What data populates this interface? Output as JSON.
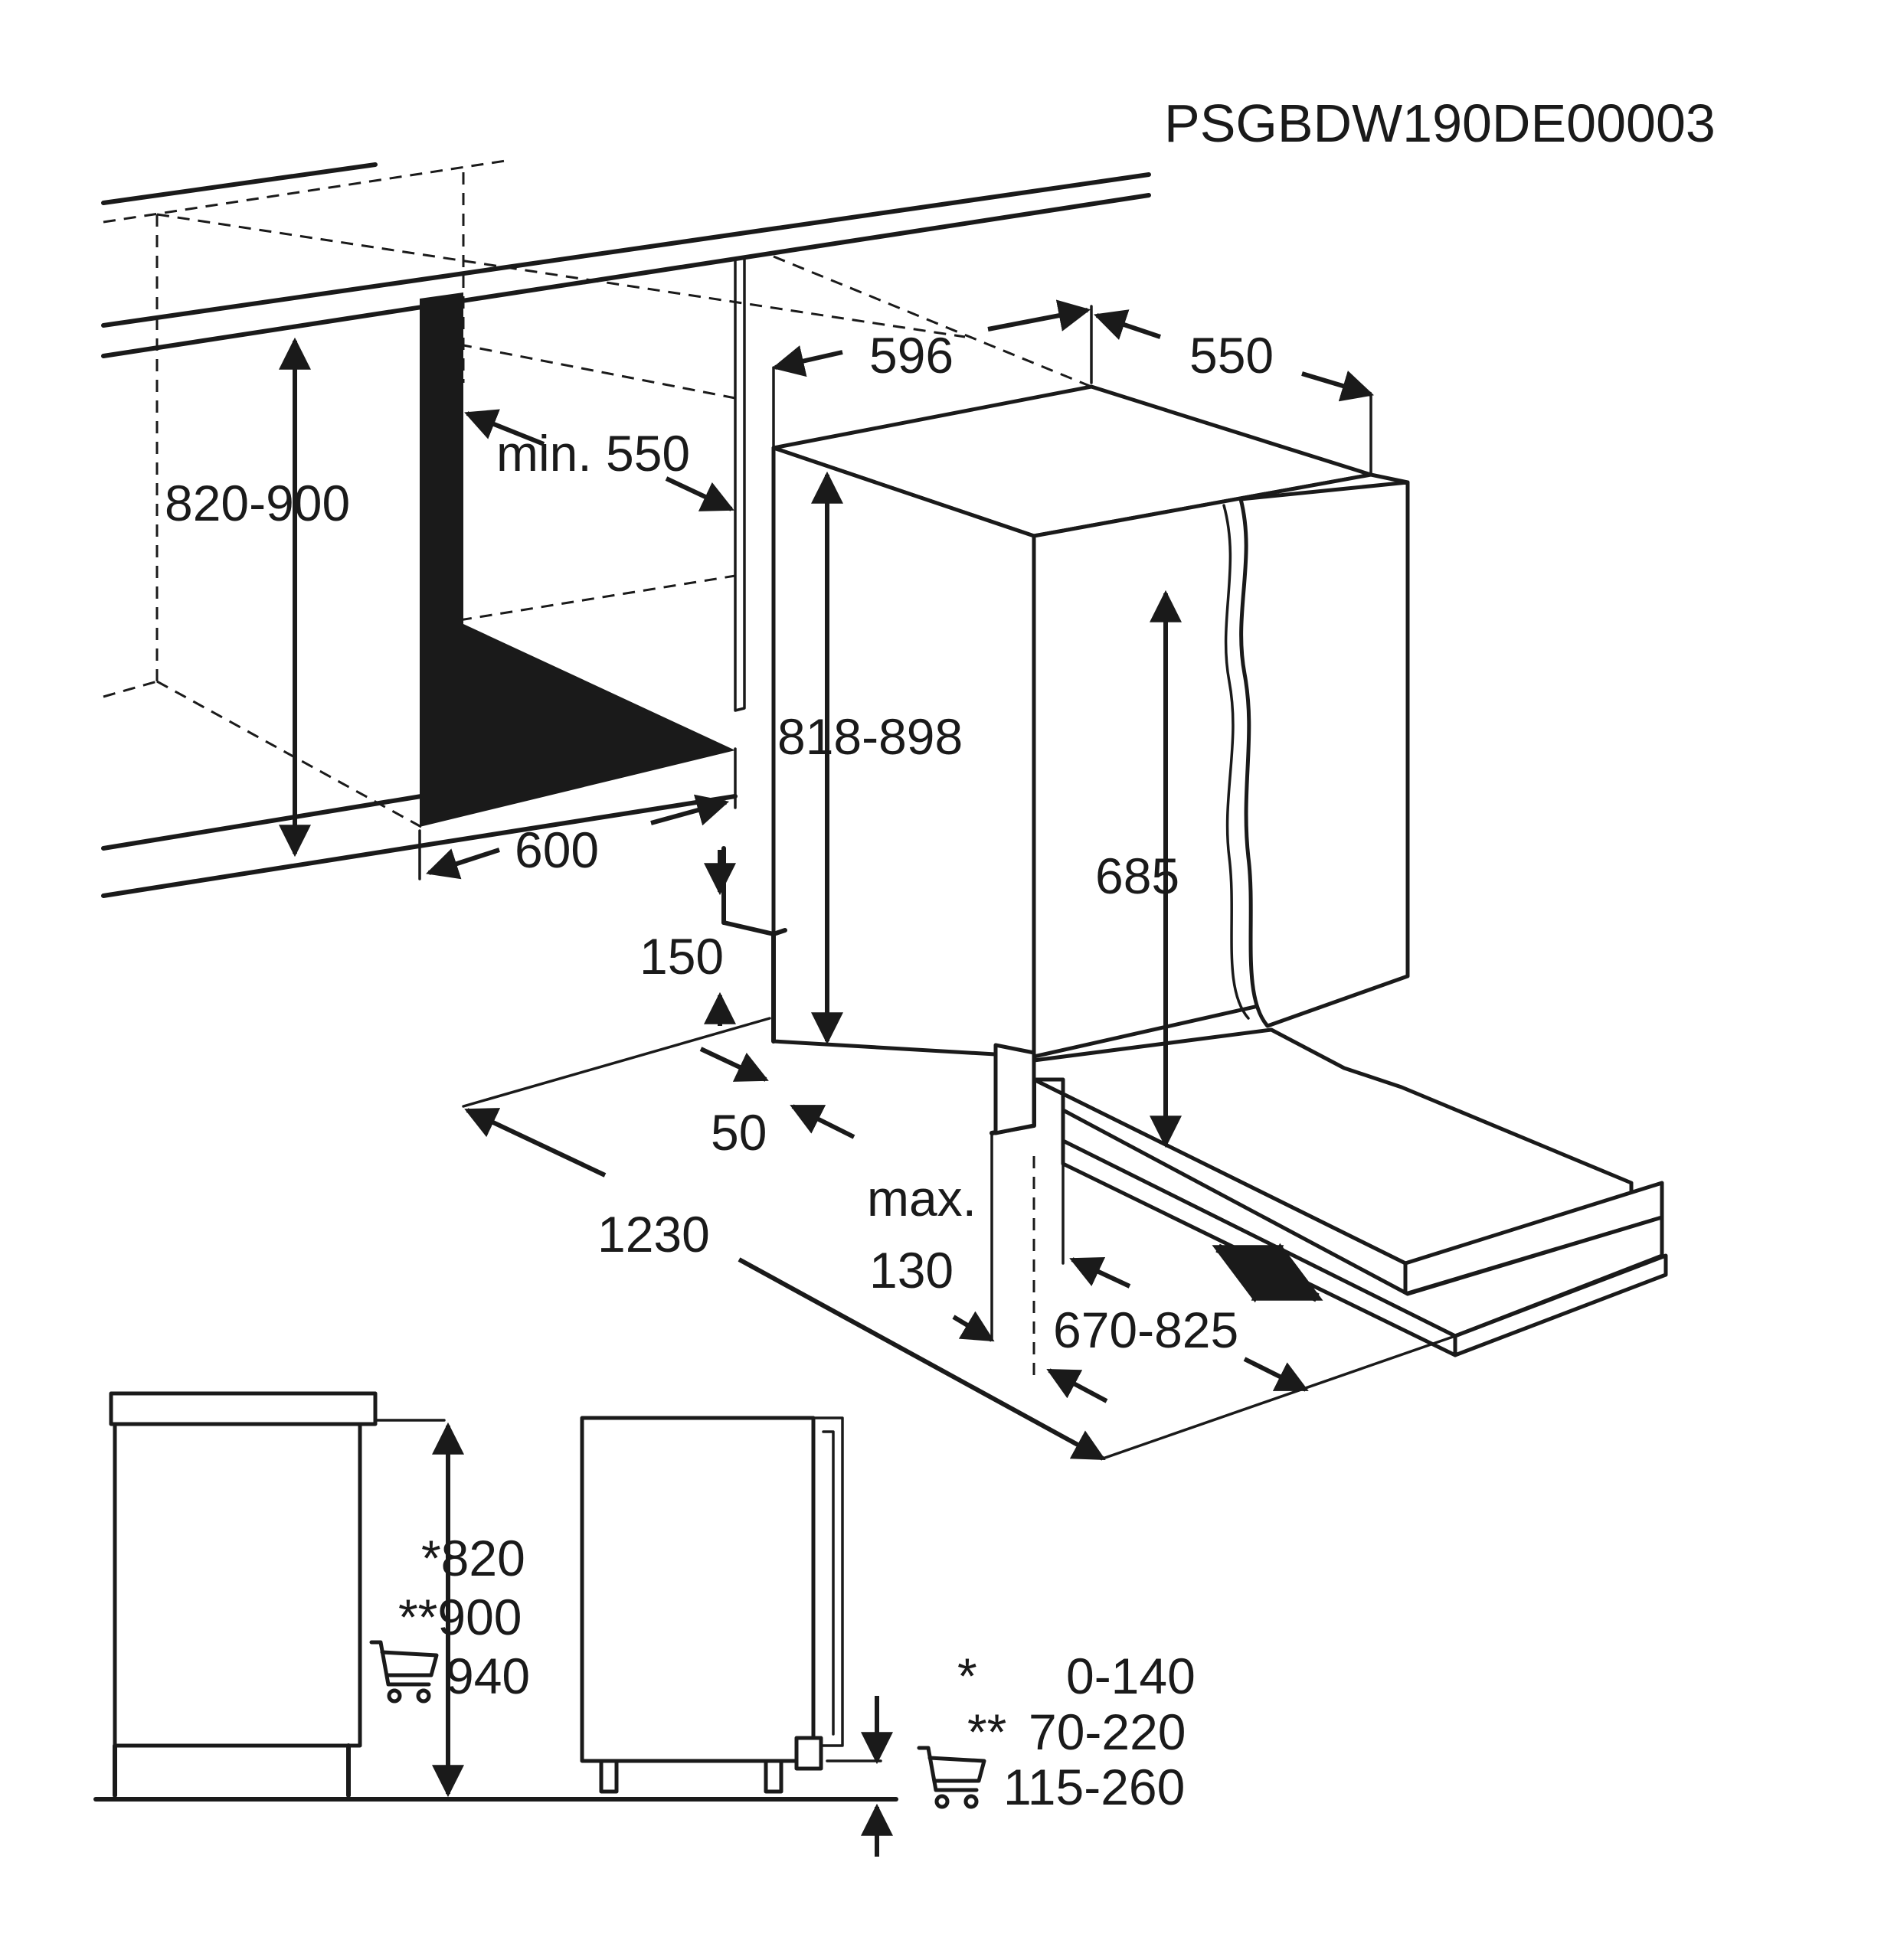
{
  "document_code": "PSGBDW190DE00003",
  "dimensions": {
    "niche_height": "820-900",
    "niche_depth_min": "min. 550",
    "niche_width": "600",
    "appliance_width": "596",
    "appliance_depth": "550",
    "appliance_height": "818-898",
    "door_height": "685",
    "plinth_height": "150",
    "plinth_depth": "50",
    "total_clearance": "1230",
    "max_label": "max.",
    "max_value": "130",
    "door_open_range": "670-825"
  },
  "side_view": {
    "height_1": "*820",
    "height_2": "**900",
    "height_3": "940",
    "range_1_mark": "*",
    "range_1_value": "0-140",
    "range_2_mark": "**",
    "range_2_value": "70-220",
    "range_3_value": "115-260",
    "icon": "shopping-cart-icon"
  },
  "colors": {
    "ink": "#1a1a1a",
    "background": "#ffffff"
  }
}
